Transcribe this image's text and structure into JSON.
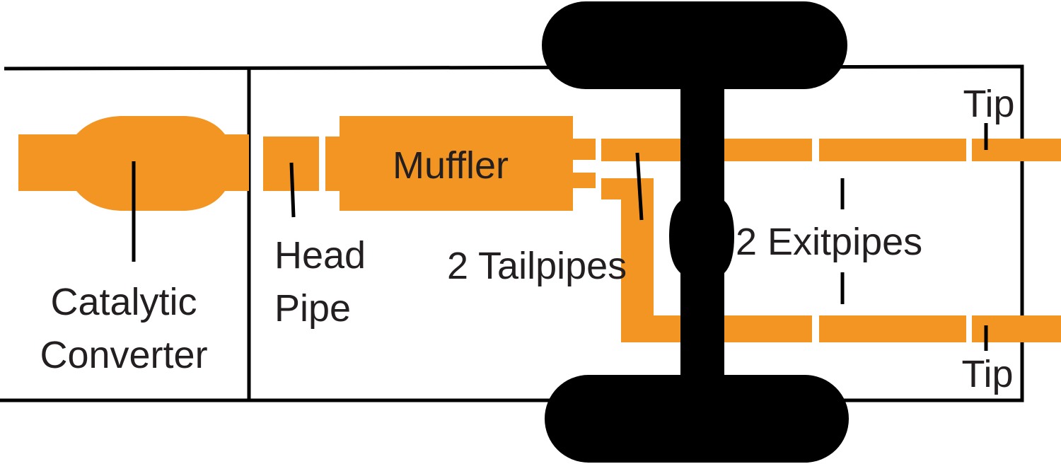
{
  "labels": {
    "catalytic_line1": "Catalytic",
    "catalytic_line2": "Converter",
    "head_pipe_line1": "Head",
    "head_pipe_line2": "Pipe",
    "muffler": "Muffler",
    "tailpipes": "2 Tailpipes",
    "exitpipes": "2 Exitpipes",
    "tip_top": "Tip",
    "tip_bottom": "Tip"
  },
  "colors": {
    "pipe": "#f39522",
    "outline": "#000000",
    "text": "#231f20",
    "background": "#ffffff"
  }
}
